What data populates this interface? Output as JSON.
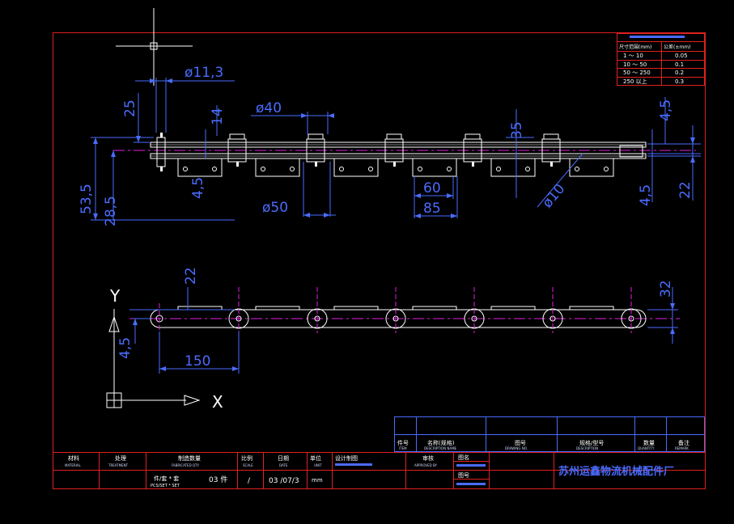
{
  "drawing": {
    "dimensions_top": {
      "d_11_3": "ø11,3",
      "d_40": "ø40",
      "d_25": "25",
      "d_14": "14",
      "d_35": "35",
      "d_4_5_right": "4,5",
      "d_53_5": "53,5",
      "d_28_5": "28,5",
      "d_4_5_left": "4,5",
      "d_50": "ø50",
      "d_60": "60",
      "d_85": "85",
      "d_10": "ø10",
      "d_4_5_lower_right": "4,5",
      "d_22": "22"
    },
    "dimensions_bottom": {
      "d_22": "22",
      "d_32": "32",
      "d_4_5": "4,5",
      "d_150": "150"
    },
    "axis": {
      "y_label": "Y",
      "x_label": "X"
    }
  },
  "tolerance_table": {
    "header": [
      "尺寸范围(mm)",
      "公差(±mm)"
    ],
    "rows": [
      [
        "1 ～ 10",
        "0.05"
      ],
      [
        "10 ～ 50",
        "0.1"
      ],
      [
        "50 ～ 250",
        "0.2"
      ],
      [
        "250 以上",
        "0.3"
      ]
    ]
  },
  "title_block": {
    "parts_header": [
      {
        "cn": "件号",
        "en": "ITEM"
      },
      {
        "cn": "名称(规格)",
        "en": "DESCRIPTION NAME"
      },
      {
        "cn": "图号",
        "en": "DRAWING NO."
      },
      {
        "cn": "规格/型号",
        "en": "DESCRIPTION"
      },
      {
        "cn": "数量",
        "en": "QUANTITY"
      },
      {
        "cn": "备注",
        "en": "REMARK"
      }
    ],
    "info_header": [
      {
        "cn": "材料",
        "en": "MATERIAL"
      },
      {
        "cn": "处理",
        "en": "TREATMENT"
      },
      {
        "cn": "制造数量",
        "en": "FABRICATED QTY."
      },
      {
        "cn": "比例",
        "en": "SCALE"
      },
      {
        "cn": "日期",
        "en": "DATE"
      },
      {
        "cn": "单位",
        "en": "UNIT"
      },
      {
        "cn": "设计制图",
        "en": ""
      },
      {
        "cn": "审核",
        "en": "APPROVED BY"
      },
      {
        "cn": "图名",
        "en": ""
      },
      {
        "cn": "图号",
        "en": ""
      }
    ],
    "values": {
      "qty_line1": "件/套 *    套",
      "qty_line2": "PCS/SET *   SET",
      "qty_num": "03 件",
      "scale": "/",
      "date": "03 /07/3",
      "unit": "mm"
    },
    "company": "苏州运鑫物流机械配件厂"
  }
}
